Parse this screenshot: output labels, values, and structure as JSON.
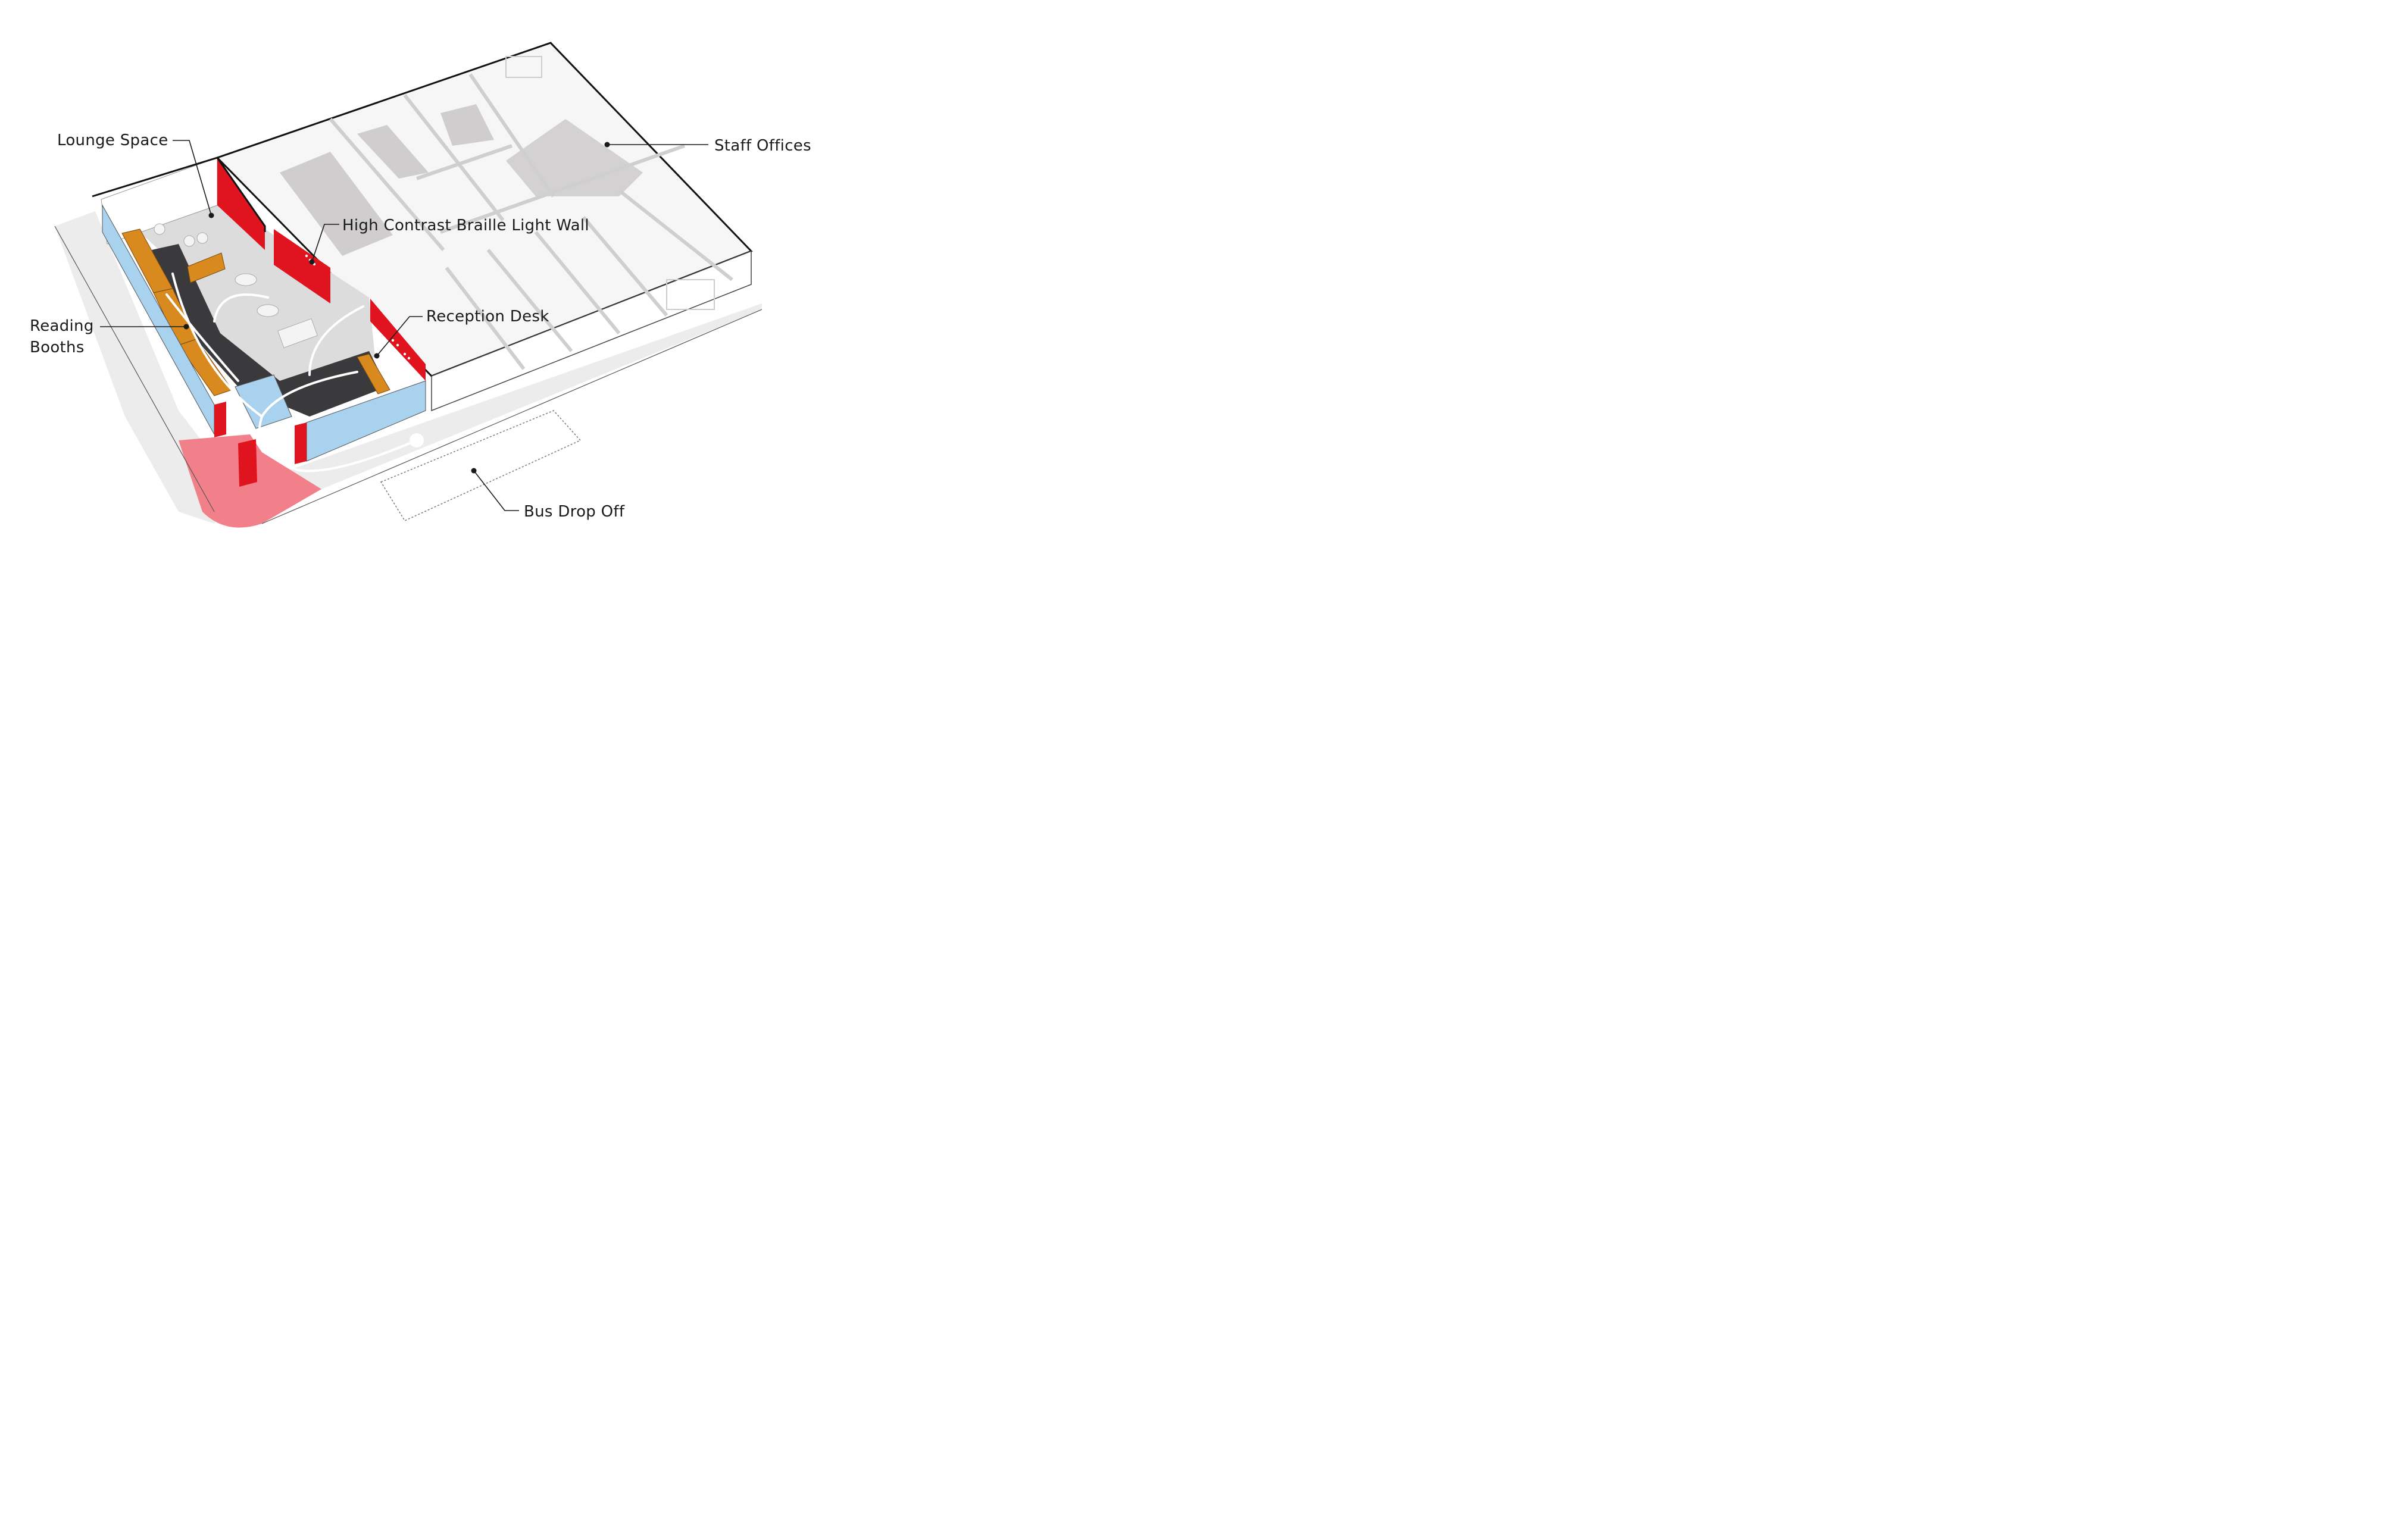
{
  "labels": {
    "lounge_space": "Lounge Space",
    "high_contrast_wall": "High Contrast Braille Light Wall",
    "staff_offices": "Staff Offices",
    "reading_booths_line1": "Reading",
    "reading_booths_line2": "Booths",
    "reception_desk": "Reception Desk",
    "bus_drop_off": "Bus Drop Off"
  },
  "colors": {
    "accent_red": "#e0141e",
    "pink_plaza": "#f2808a",
    "booth_orange": "#d98a1e",
    "glass_blue": "#a8d2ee",
    "dark_floor": "#3a3a3c",
    "light_floor": "#dcdcdc",
    "offices_gray": "#c9c9c9",
    "sidewalk": "#ececec"
  }
}
